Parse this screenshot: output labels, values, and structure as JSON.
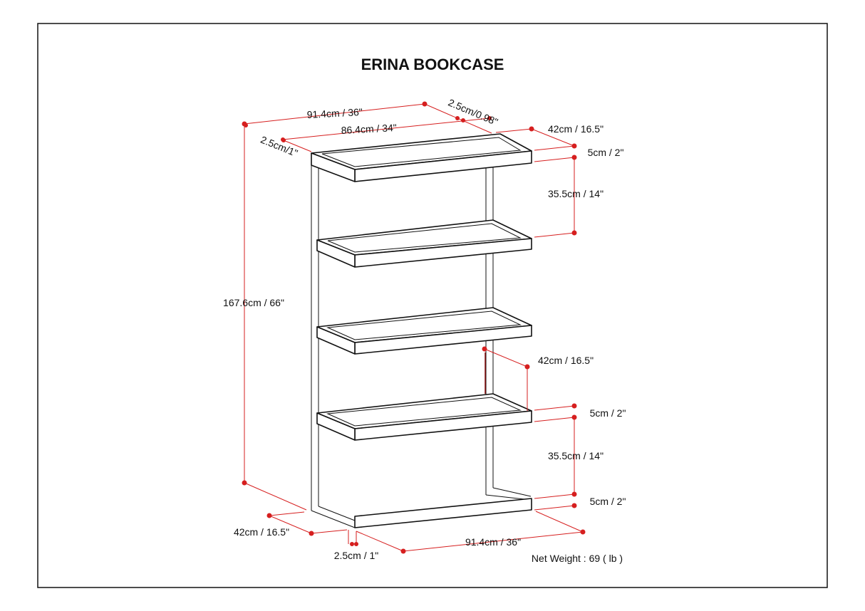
{
  "title": "ERINA BOOKCASE",
  "dimensions": {
    "top_width": "91.4cm / 36\"",
    "top_thickness": "2.5cm/0.98\"",
    "inner_width": "86.4cm / 34\"",
    "side_thickness": "2.5cm/1\"",
    "depth_top": "42cm / 16.5\"",
    "shelf_thickness_1": "5cm / 2\"",
    "shelf_gap_1": "35.5cm / 14\"",
    "total_height": "167.6cm / 66\"",
    "depth_mid": "42cm / 16.5\"",
    "shelf_thickness_2": "5cm / 2\"",
    "shelf_gap_2": "35.5cm / 14\"",
    "shelf_thickness_3": "5cm / 2\"",
    "depth_bottom": "42cm / 16.5\"",
    "base_width": "91.4cm / 36\"",
    "frame_thickness": "2.5cm / 1\""
  },
  "net_weight": "Net Weight : 69 ( lb )"
}
